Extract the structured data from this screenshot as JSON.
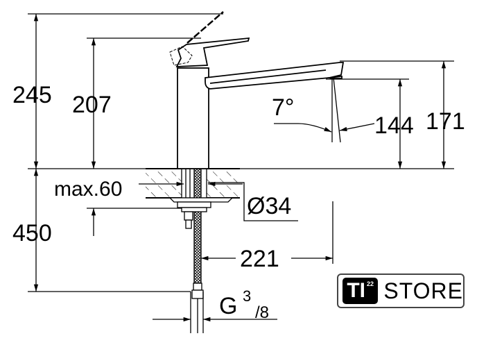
{
  "dimensions": {
    "total_height": "245",
    "lever_height": "207",
    "spout_height": "171",
    "outlet_height": "144",
    "angle": "7°",
    "max_thickness": "max.60",
    "hole_diameter": "Ø34",
    "hose_length": "450",
    "reach": "221",
    "thread_prefix": "G",
    "thread_num": "3",
    "thread_den": "/8"
  },
  "logo": {
    "ti": "TI",
    "sup": "22",
    "store": "STORE"
  }
}
